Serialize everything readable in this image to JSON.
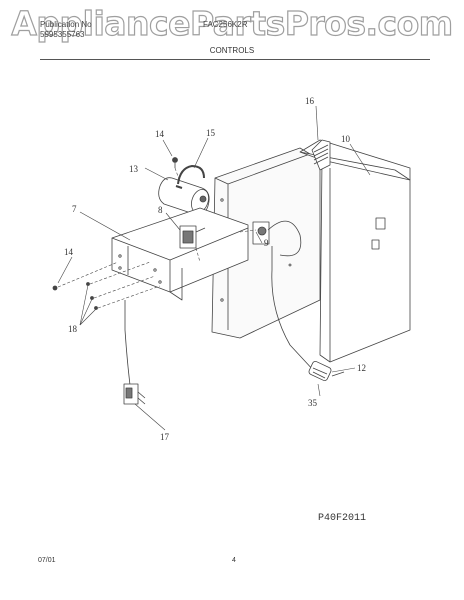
{
  "watermark": "AppliancePartsPros.com",
  "header": {
    "line1": "Publication No",
    "line2": "5995355763",
    "model": "FAC256K2R",
    "title": "CONTROLS"
  },
  "callouts": [
    "16",
    "15",
    "14",
    "13",
    "10",
    "7",
    "8",
    "9",
    "14",
    "18",
    "12",
    "35",
    "17"
  ],
  "figure_code": "P40F2011",
  "footer": {
    "date": "07/01",
    "page": "4"
  }
}
